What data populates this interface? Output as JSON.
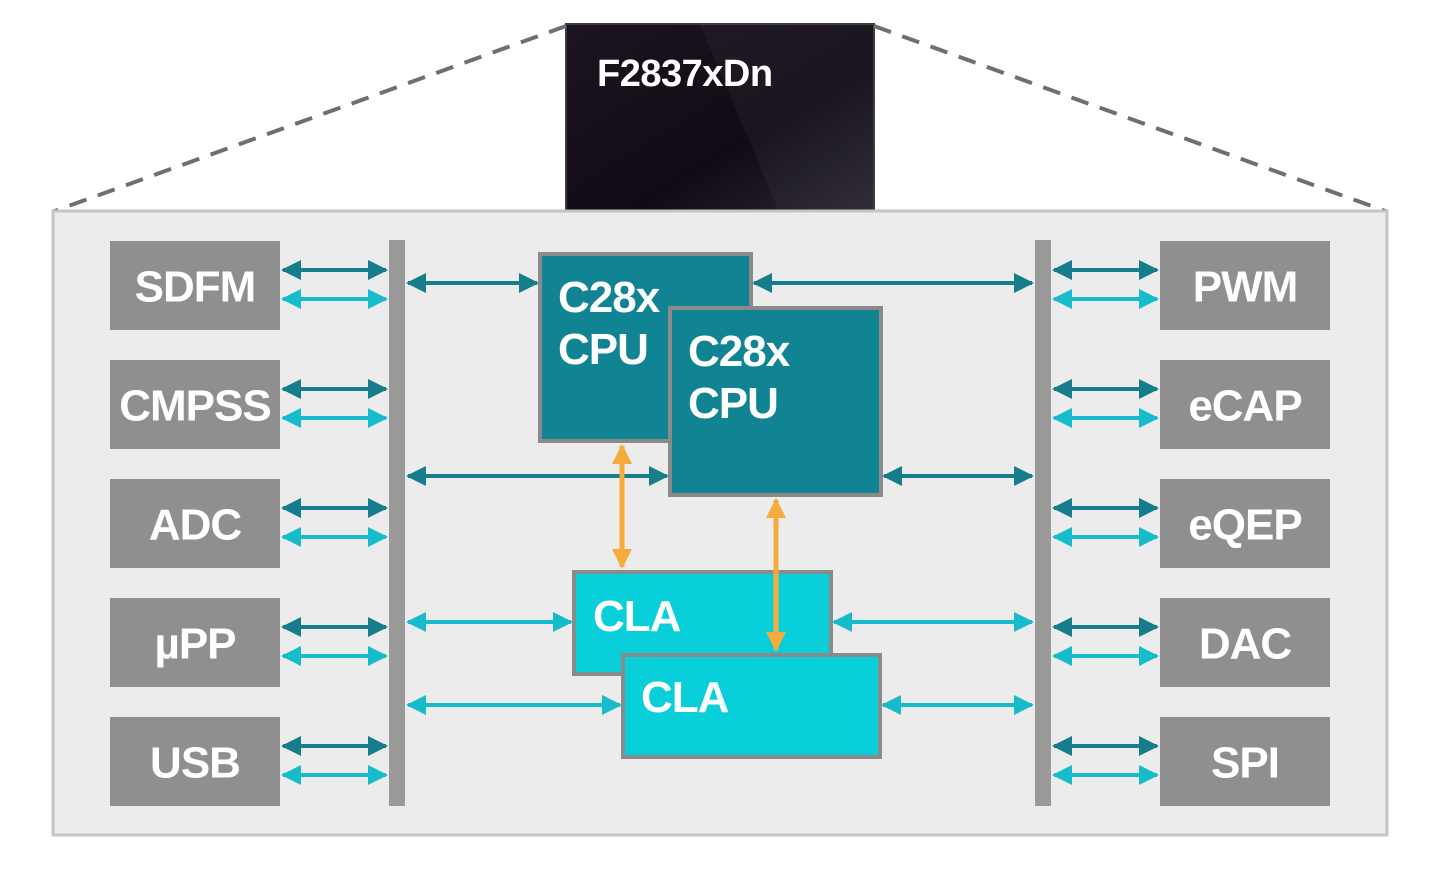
{
  "chip": {
    "name": "F2837xDn"
  },
  "peripherals_left": [
    {
      "label": "SDFM"
    },
    {
      "label": "CMPSS"
    },
    {
      "label": "ADC"
    },
    {
      "label": "µPP"
    },
    {
      "label": "USB"
    }
  ],
  "peripherals_right": [
    {
      "label": "PWM"
    },
    {
      "label": "eCAP"
    },
    {
      "label": "eQEP"
    },
    {
      "label": "DAC"
    },
    {
      "label": "SPI"
    }
  ],
  "cpus": [
    {
      "line1": "C28x",
      "line2": "CPU"
    },
    {
      "line1": "C28x",
      "line2": "CPU"
    }
  ],
  "clas": [
    {
      "label": "CLA"
    },
    {
      "label": "CLA"
    }
  ],
  "colors": {
    "dark_teal": "#167d8c",
    "light_teal": "#16bccb",
    "cla_fill": "#08cfda",
    "cpu_fill": "#118494",
    "orange": "#f5ac3c",
    "peripheral_gray": "#8f8f8f",
    "bus_gray": "#999999",
    "panel_fill": "#ececec",
    "chip_fill": "#120c17"
  }
}
